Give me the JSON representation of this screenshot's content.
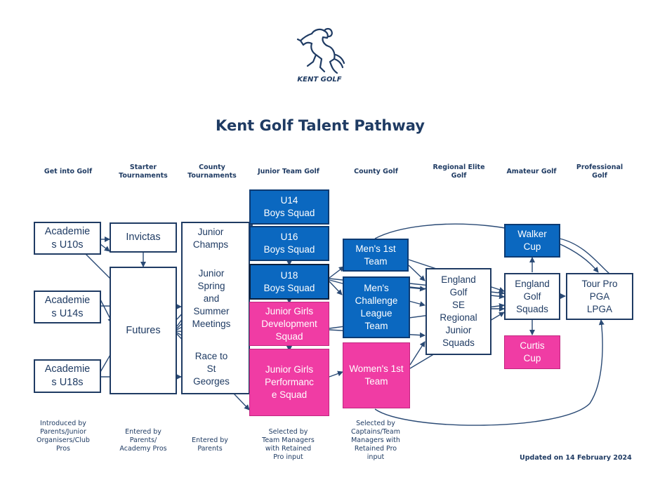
{
  "logo": {
    "text": "KENT GOLF",
    "icon": "rearing-horse-icon"
  },
  "title": "Kent Golf Talent Pathway",
  "headers": [
    "Get into Golf",
    "Starter\nTournaments",
    "County\nTournaments",
    "Junior Team Golf",
    "County Golf",
    "Regional Elite\nGolf",
    "Amateur Golf",
    "Professional\nGolf"
  ],
  "boxes": {
    "academies_u10": "Academie\ns U10s",
    "academies_u14": "Academie\ns U14s",
    "academies_u18": "Academie\ns U18s",
    "invictas": "Invictas",
    "futures": "Futures",
    "junior_champs": "Junior\nChamps",
    "junior_spring_summer": "Junior\nSpring\nand\nSummer\nMeetings",
    "race_to_st_georges": "Race to\nSt\nGeorges",
    "u14_boys": "U14\nBoys Squad",
    "u16_boys": "U16\nBoys Squad",
    "u18_boys": "U18\nBoys Squad",
    "junior_girls_dev": "Junior Girls\nDevelopment\nSquad",
    "junior_girls_perf": "Junior Girls\nPerformanc\ne Squad",
    "mens_1st": "Men's 1st\nTeam",
    "mens_challenge": "Men's\nChallenge\nLeague\nTeam",
    "womens_1st": "Women's 1st\nTeam",
    "england_golf_se": "England\nGolf\nSE\nRegional\nJunior\nSquads",
    "walker_cup": "Walker\nCup",
    "england_golf_squads": "England\nGolf\nSquads",
    "curtis_cup": "Curtis\nCup",
    "tour_pro": "Tour Pro\nPGA\nLPGA"
  },
  "notes": {
    "get_into_golf": "Introduced by\nParents/Junior\nOrganisers/Club\nPros",
    "starter": "Entered by\nParents/\nAcademy Pros",
    "county_tournaments": "Entered by\nParents",
    "junior_team": "Selected by\nTeam Managers\nwith Retained\nPro input",
    "county_golf": "Selected by\nCaptains/Team\nManagers with\nRetained Pro\ninput"
  },
  "updated": "Updated on 14 February 2024",
  "colors": {
    "navy": "#1f3b63",
    "blue": "#0b68c0",
    "pink": "#f03ca4",
    "arrow": "#2a4a75"
  }
}
